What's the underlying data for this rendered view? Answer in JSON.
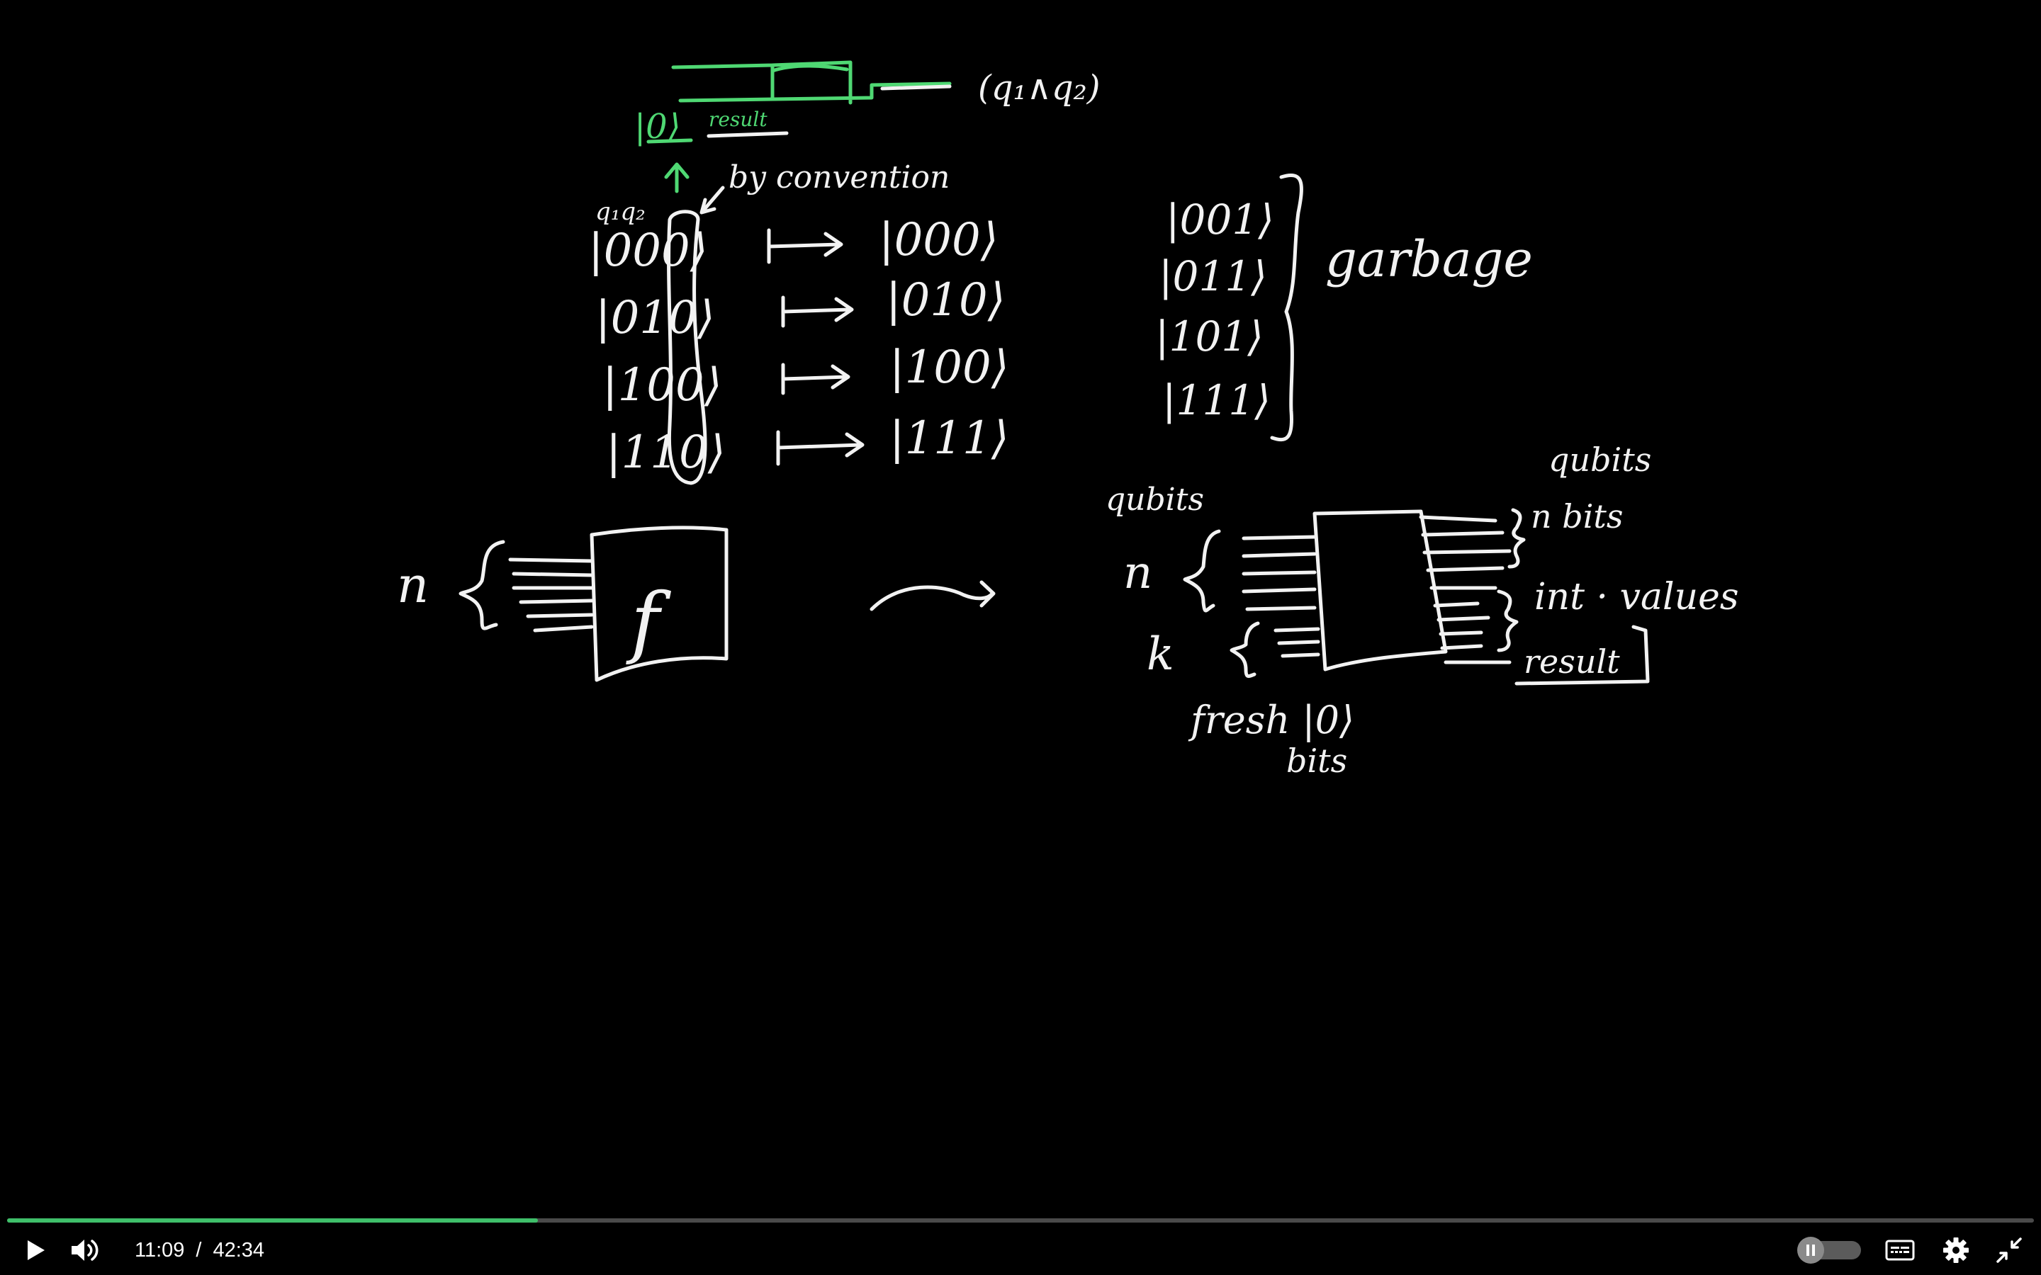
{
  "player": {
    "current_time": "11:09",
    "separator": "/",
    "duration": "42:34",
    "progress_fraction": 0.262,
    "accent_color": "#3fbf6a"
  },
  "controls": {
    "play_icon": "play-icon",
    "volume_icon": "volume-icon",
    "autoplay_toggle_icon": "pause-toggle-icon",
    "captions_icon": "captions-icon",
    "settings_icon": "gear-icon",
    "exit_fullscreen_icon": "exit-fullscreen-icon"
  },
  "lecture": {
    "green_top_label": "(q₁∧q₂)",
    "green_ket": "|0⟩",
    "green_result": "result",
    "by_convention": "by convention",
    "q1q2": "q₁q₂",
    "left_kets": [
      "|000⟩",
      "|010⟩",
      "|100⟩",
      "|110⟩"
    ],
    "right_kets": [
      "|000⟩",
      "|010⟩",
      "|100⟩",
      "|111⟩"
    ],
    "garbage_kets": [
      "|001⟩",
      "|011⟩",
      "|101⟩",
      "|111⟩"
    ],
    "garbage_label": "garbage",
    "n_label_left": "n",
    "f_label": "f",
    "qubits_label_left": "qubits",
    "n_label_right": "n",
    "k_label": "k",
    "qubits_label_right": "qubits",
    "n_bits": "n bits",
    "int_values": "int · values",
    "result_label": "result",
    "fresh_bits_1": "fresh |0⟩",
    "fresh_bits_2": "bits"
  }
}
